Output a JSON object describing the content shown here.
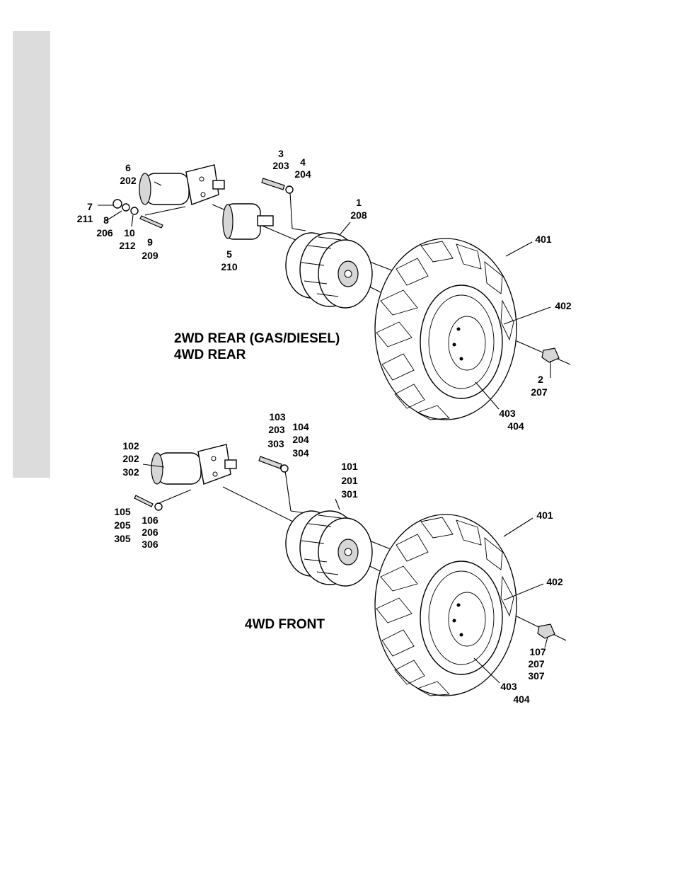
{
  "titles": {
    "rear_line1": "2WD REAR (GAS/DIESEL)",
    "rear_line2": "4WD REAR",
    "front": "4WD FRONT"
  },
  "callouts": [
    {
      "id": "rear-3",
      "lines": [
        "3",
        "203"
      ]
    },
    {
      "id": "rear-4",
      "lines": [
        "4",
        "204"
      ]
    },
    {
      "id": "rear-6",
      "lines": [
        "6",
        "202"
      ]
    },
    {
      "id": "rear-7",
      "lines": [
        "7",
        "211"
      ]
    },
    {
      "id": "rear-8",
      "lines": [
        "8",
        "206"
      ]
    },
    {
      "id": "rear-10",
      "lines": [
        "10",
        "212"
      ]
    },
    {
      "id": "rear-9",
      "lines": [
        "9",
        "209"
      ]
    },
    {
      "id": "rear-5",
      "lines": [
        "5",
        "210"
      ]
    },
    {
      "id": "rear-1",
      "lines": [
        "1",
        "208"
      ]
    },
    {
      "id": "rear-401",
      "lines": [
        "401"
      ]
    },
    {
      "id": "rear-402",
      "lines": [
        "402"
      ]
    },
    {
      "id": "rear-2",
      "lines": [
        "2",
        "207"
      ]
    },
    {
      "id": "rear-403",
      "lines": [
        "403",
        "404"
      ]
    },
    {
      "id": "front-103",
      "lines": [
        "103",
        "203",
        "303"
      ]
    },
    {
      "id": "front-104",
      "lines": [
        "104",
        "204",
        "304"
      ]
    },
    {
      "id": "front-102",
      "lines": [
        "102",
        "202",
        "302"
      ]
    },
    {
      "id": "front-101",
      "lines": [
        "101",
        "201",
        "301"
      ]
    },
    {
      "id": "front-105",
      "lines": [
        "105",
        "205",
        "305"
      ]
    },
    {
      "id": "front-106",
      "lines": [
        "106",
        "206",
        "306"
      ]
    },
    {
      "id": "front-401",
      "lines": [
        "401"
      ]
    },
    {
      "id": "front-402",
      "lines": [
        "402"
      ]
    },
    {
      "id": "front-107",
      "lines": [
        "107",
        "207",
        "307"
      ]
    },
    {
      "id": "front-403",
      "lines": [
        "403",
        "404"
      ]
    }
  ]
}
